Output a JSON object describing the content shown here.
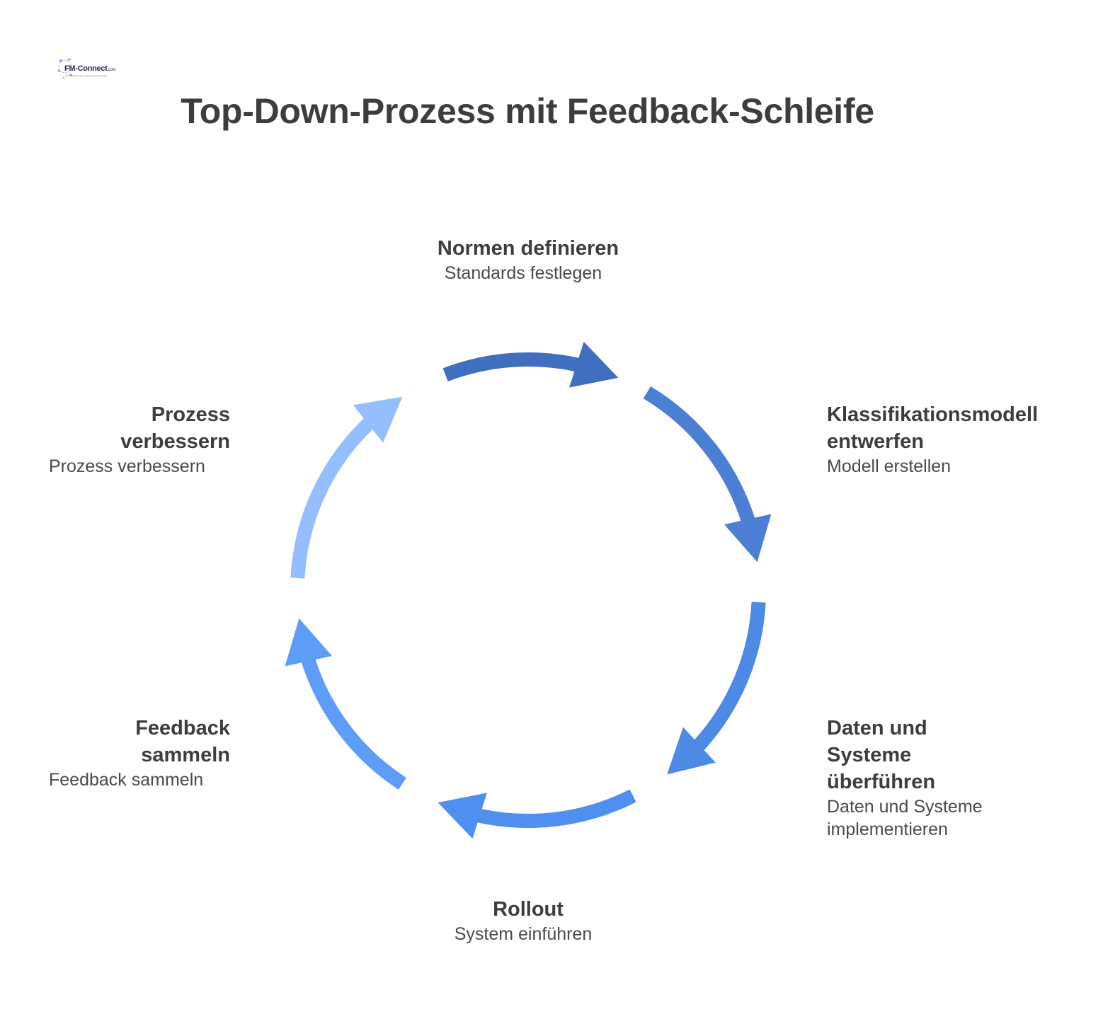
{
  "logo": {
    "brand": "FM-Connect",
    "suffix": ".com",
    "tagline": "Das FM-Beratungs- und Ingenieur-Netzwerk"
  },
  "title": "Top-Down-Prozess mit Feedback-Schleife",
  "steps": [
    {
      "label": "Normen definieren",
      "description": "Standards festlegen",
      "color": "#3f6fbe"
    },
    {
      "label": "Klassifikationsmodell entwerfen",
      "description": "Modell erstellen",
      "color": "#4a7fd4"
    },
    {
      "label": "Daten und Systeme überführen",
      "description": "Daten und Systeme implementieren",
      "color": "#4d8ae6"
    },
    {
      "label": "Rollout",
      "description": "System einführen",
      "color": "#4f8ff0"
    },
    {
      "label": "Feedback sammeln",
      "description": "Feedback sammeln",
      "color": "#5e9df7"
    },
    {
      "label": "Prozess verbessern",
      "description": "Prozess verbessern",
      "color": "#95beff"
    }
  ]
}
